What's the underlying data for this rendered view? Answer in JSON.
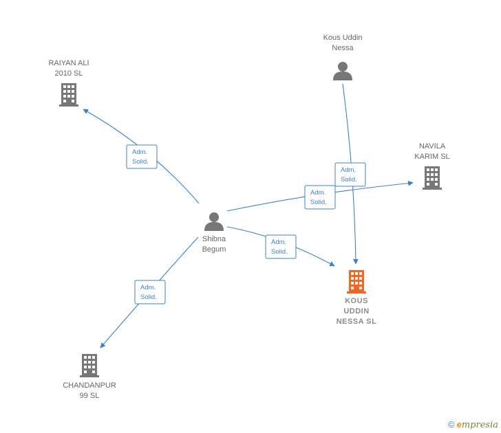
{
  "colors": {
    "edge": "#3b7fd1",
    "person": "#777777",
    "company": "#777777",
    "highlight_company": "#f26522"
  },
  "nodes": [
    {
      "id": "raiyan",
      "type": "company",
      "label_lines": [
        "RAIYAN ALI",
        "2010  SL"
      ],
      "icon": "building-icon"
    },
    {
      "id": "kous_person",
      "type": "person",
      "label_lines": [
        "Kous Uddin",
        "Nessa"
      ],
      "icon": "person-icon"
    },
    {
      "id": "navila",
      "type": "company",
      "label_lines": [
        "NAVILA",
        "KARIM  SL"
      ],
      "icon": "building-icon"
    },
    {
      "id": "shibna",
      "type": "person",
      "label_lines": [
        "Shibna",
        "Begum"
      ],
      "icon": "person-icon"
    },
    {
      "id": "kous_company",
      "type": "company",
      "highlight": true,
      "label_lines": [
        "KOUS",
        "UDDIN",
        "NESSA  SL"
      ],
      "icon": "building-icon"
    },
    {
      "id": "chandanpur",
      "type": "company",
      "label_lines": [
        "CHANDANPUR",
        "99  SL"
      ],
      "icon": "building-icon"
    }
  ],
  "edges": [
    {
      "from": "shibna",
      "to": "raiyan",
      "label_lines": [
        "Adm.",
        "Solid."
      ]
    },
    {
      "from": "shibna",
      "to": "navila",
      "label_lines": [
        "Adm.",
        "Solid."
      ]
    },
    {
      "from": "shibna",
      "to": "kous_company",
      "label_lines": [
        "Adm.",
        "Solid."
      ]
    },
    {
      "from": "shibna",
      "to": "chandanpur",
      "label_lines": [
        "Adm.",
        "Solid."
      ]
    },
    {
      "from": "kous_person",
      "to": "kous_company",
      "label_lines": [
        "Adm.",
        "Solid."
      ]
    }
  ],
  "footer": {
    "copyright_symbol": "©",
    "brand_initial": "e",
    "brand_rest": "mpresia"
  }
}
